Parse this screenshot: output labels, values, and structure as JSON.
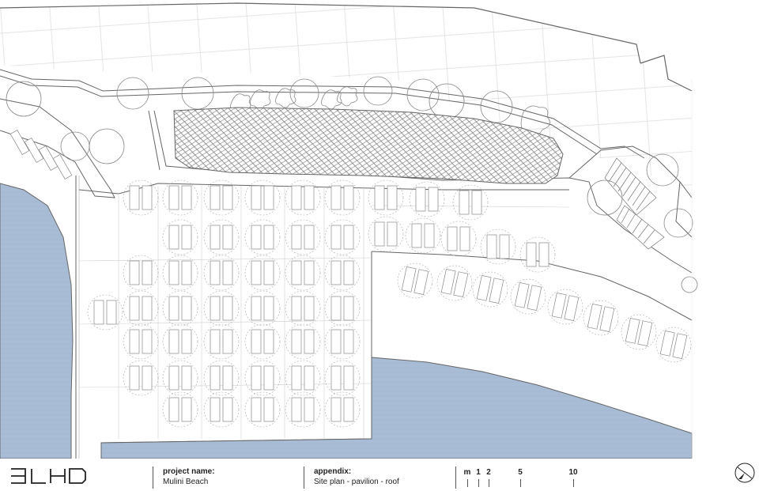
{
  "titleblock": {
    "logo_text": "3LHD",
    "project_label": "project name:",
    "project_value": "Mulini Beach",
    "appendix_label": "appendix:",
    "appendix_value": "Site plan - pavilion - roof",
    "scale": {
      "unit": "m",
      "marks": [
        "1",
        "2",
        "5",
        "10"
      ]
    }
  },
  "colors": {
    "water": "#a9bcd6",
    "line": "#777777",
    "roof": "#8a8a8a"
  }
}
